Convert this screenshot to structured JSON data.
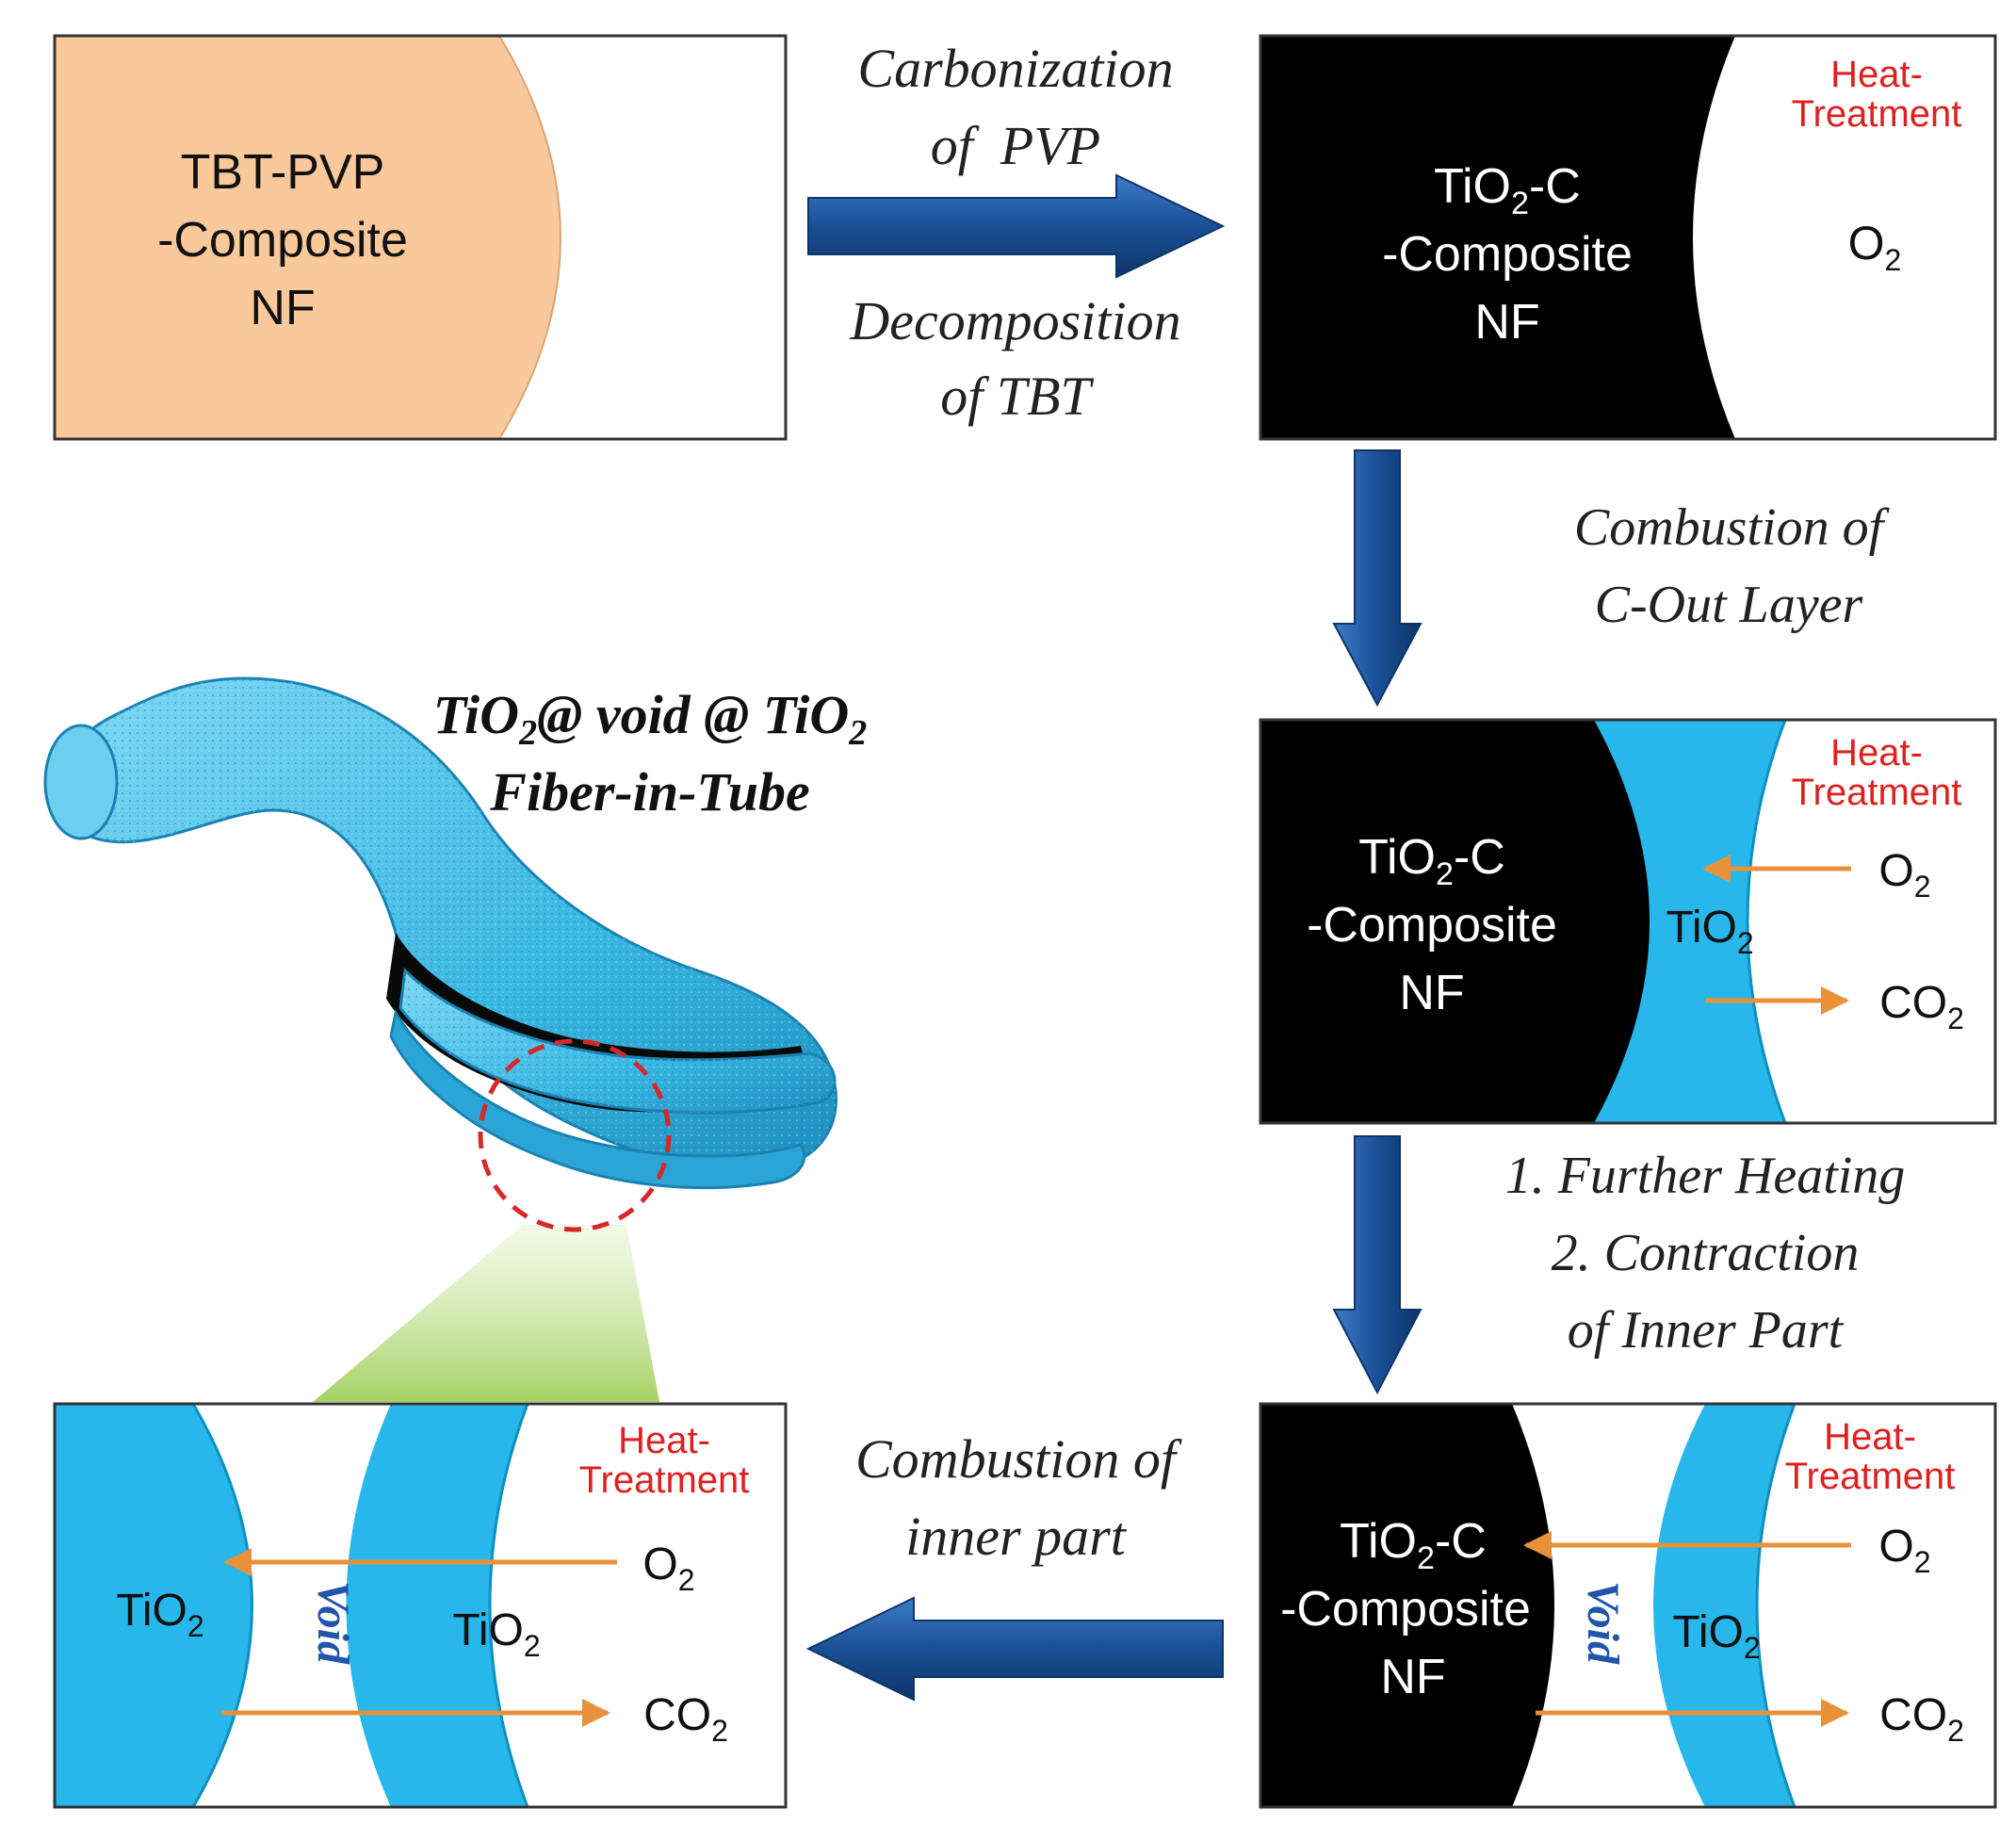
{
  "colors": {
    "polymer": "#f9c99c",
    "carbon": "#000000",
    "tio2": "#27b7eb",
    "tio2_border": "#0d8fc3",
    "heat_text": "#e02020",
    "gas_arrow": "#e8913a",
    "flow_arrow": "#1a4f95",
    "void_text": "#2255aa",
    "tube": "#4cc4ea"
  },
  "panel_tbt": {
    "line1": "TBT-PVP",
    "line2": "-Composite",
    "line3": "NF"
  },
  "arrow_1": {
    "above_1": "Carbonization",
    "above_2": "of  PVP",
    "below_1": "Decomposition",
    "below_2": "of TBT"
  },
  "panel_tio2c": {
    "core_1": "TiO",
    "core_sub": "2",
    "core_2": "-C",
    "core_3": "-Composite",
    "core_4": "NF",
    "heat_1": "Heat-",
    "heat_2": "Treatment",
    "gas": "O",
    "gas_sub": "2"
  },
  "arrow_2": {
    "line1": "Combustion of",
    "line2": "C-Out Layer"
  },
  "panel_shell": {
    "core_1": "TiO",
    "core_sub": "2",
    "core_2": "-C",
    "core_3": "-Composite",
    "core_4": "NF",
    "shell": "TiO",
    "shell_sub": "2",
    "heat_1": "Heat-",
    "heat_2": "Treatment",
    "gas_in": "O",
    "gas_in_sub": "2",
    "gas_out": "CO",
    "gas_out_sub": "2"
  },
  "arrow_3": {
    "line1": "1. Further Heating",
    "line2": "2. Contraction",
    "line3": "of Inner Part"
  },
  "panel_void": {
    "core_1": "TiO",
    "core_sub": "2",
    "core_2": "-C",
    "core_3": "-Composite",
    "core_4": "NF",
    "void": "Void",
    "shell": "TiO",
    "shell_sub": "2",
    "heat_1": "Heat-",
    "heat_2": "Treatment",
    "gas_in": "O",
    "gas_in_sub": "2",
    "gas_out": "CO",
    "gas_out_sub": "2"
  },
  "arrow_4": {
    "line1": "Combustion of",
    "line2": "inner part"
  },
  "panel_final": {
    "core": "TiO",
    "core_sub": "2",
    "void": "Void",
    "shell": "TiO",
    "shell_sub": "2",
    "heat_1": "Heat-",
    "heat_2": "Treatment",
    "gas_in": "O",
    "gas_in_sub": "2",
    "gas_out": "CO",
    "gas_out_sub": "2"
  },
  "fiber_title": {
    "p1": "TiO",
    "p1_sub": "2",
    "p2": "@ void @ TiO",
    "p2_sub": "2",
    "line2": "Fiber-in-Tube"
  }
}
